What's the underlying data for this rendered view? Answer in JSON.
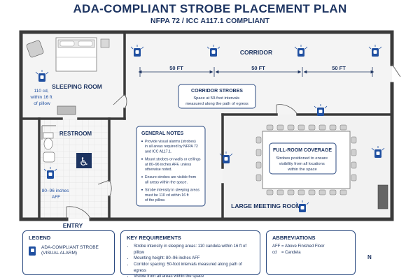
{
  "header": {
    "title": "ADA-COMPLIANT STROBE PLACEMENT PLAN",
    "subtitle": "NFPA 72 / ICC A117.1 COMPLIANT"
  },
  "rooms": {
    "corridor": "CORRIDOR",
    "sleeping_room": "SLEEPING ROOM",
    "restroom": "RESTROOM",
    "meeting_room": "LARGE MEETING ROOM",
    "entry": "ENTRY"
  },
  "dimensions": [
    "50 FT",
    "50 FT",
    "50 FT"
  ],
  "notes": {
    "sleeping": [
      "110 cd,",
      "within 16 ft",
      "of pillow"
    ],
    "restroom": [
      "80–96 inches",
      "AFF"
    ]
  },
  "callouts": {
    "corridor_strobes": {
      "title": "CORRIDOR STROBES",
      "lines": [
        "Space at 50-foot intervals",
        "measured along the path of egress"
      ]
    },
    "full_room": {
      "title": "FULL-ROOM COVERAGE",
      "lines": [
        "Strobes positioned to ensure",
        "visibility from all locations",
        "within the space"
      ]
    },
    "general_notes": {
      "title": "GENERAL NOTES",
      "items": [
        [
          "Provide visual alarms (strobes)",
          "in all areas required by NFPA 72",
          "and ICC A117.1."
        ],
        [
          "Mount strobes on walls or ceilings",
          "at 80–96 inches AFF, unless",
          "otherwise noted."
        ],
        [
          "Ensure strobes are visible from",
          "all areas within the space."
        ],
        [
          "Strobe intensity in sleeping areas",
          "must be 110 cd within 16 ft",
          "of the pillow."
        ]
      ]
    }
  },
  "legend": {
    "title": "LEGEND",
    "items": [
      {
        "icon": "strobe-icon",
        "label": "ADA-COMPLIANT STROBE (VISUAL ALARM)"
      }
    ]
  },
  "requirements": {
    "title": "KEY REQUIREMENTS",
    "items": [
      "Strobe intensity in sleeping areas:  110 candela within 16 ft of pillow",
      "Mounting height: 80–96 inches AFF",
      "Corridor spacing: 50-foot intervals measured along path of egress",
      "Visible from all areas within the space"
    ]
  },
  "abbreviations": {
    "title": "ABBREVIATIONS",
    "items": [
      "AFF = Above Finished Floor",
      "cd    = Candela"
    ]
  },
  "compass": {
    "label": "N"
  },
  "colors": {
    "navy": "#1d3461",
    "wall": "#3a3a3a",
    "strobe": "#1f4fa0",
    "floor": "#f3f3f3"
  }
}
